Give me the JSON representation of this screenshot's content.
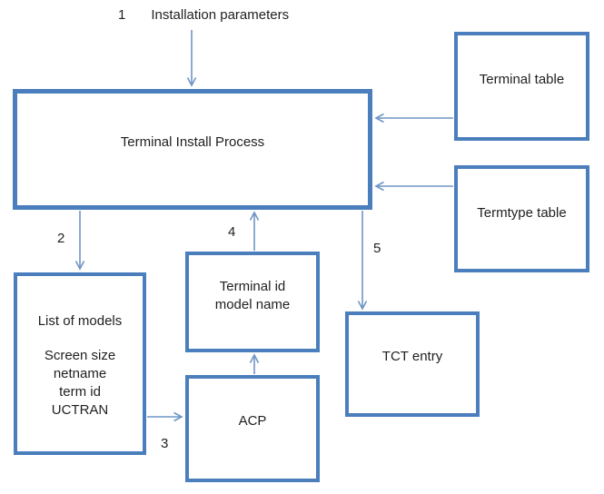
{
  "diagram": {
    "annotation_1": {
      "number": "1",
      "label": "Installation parameters"
    },
    "boxes": {
      "terminal_install_process": {
        "label": "Terminal Install Process"
      },
      "terminal_table": {
        "label": "Terminal table"
      },
      "termtype_table": {
        "label": "Termtype table"
      },
      "list_of_models": {
        "lines": [
          "List of models",
          "Screen size",
          "netname",
          "term id",
          "UCTRAN"
        ]
      },
      "terminal_id_model_name": {
        "lines": [
          "Terminal id",
          "model name"
        ]
      },
      "acp": {
        "label": "ACP"
      },
      "tct_entry": {
        "label": "TCT entry"
      }
    },
    "step_numbers": {
      "step_2": "2",
      "step_3": "3",
      "step_4": "4",
      "step_5": "5"
    },
    "colors": {
      "box_border": "#4a7ebc",
      "arrow": "#6f95c5",
      "text": "#1f1f1f",
      "background": "#ffffff"
    }
  }
}
